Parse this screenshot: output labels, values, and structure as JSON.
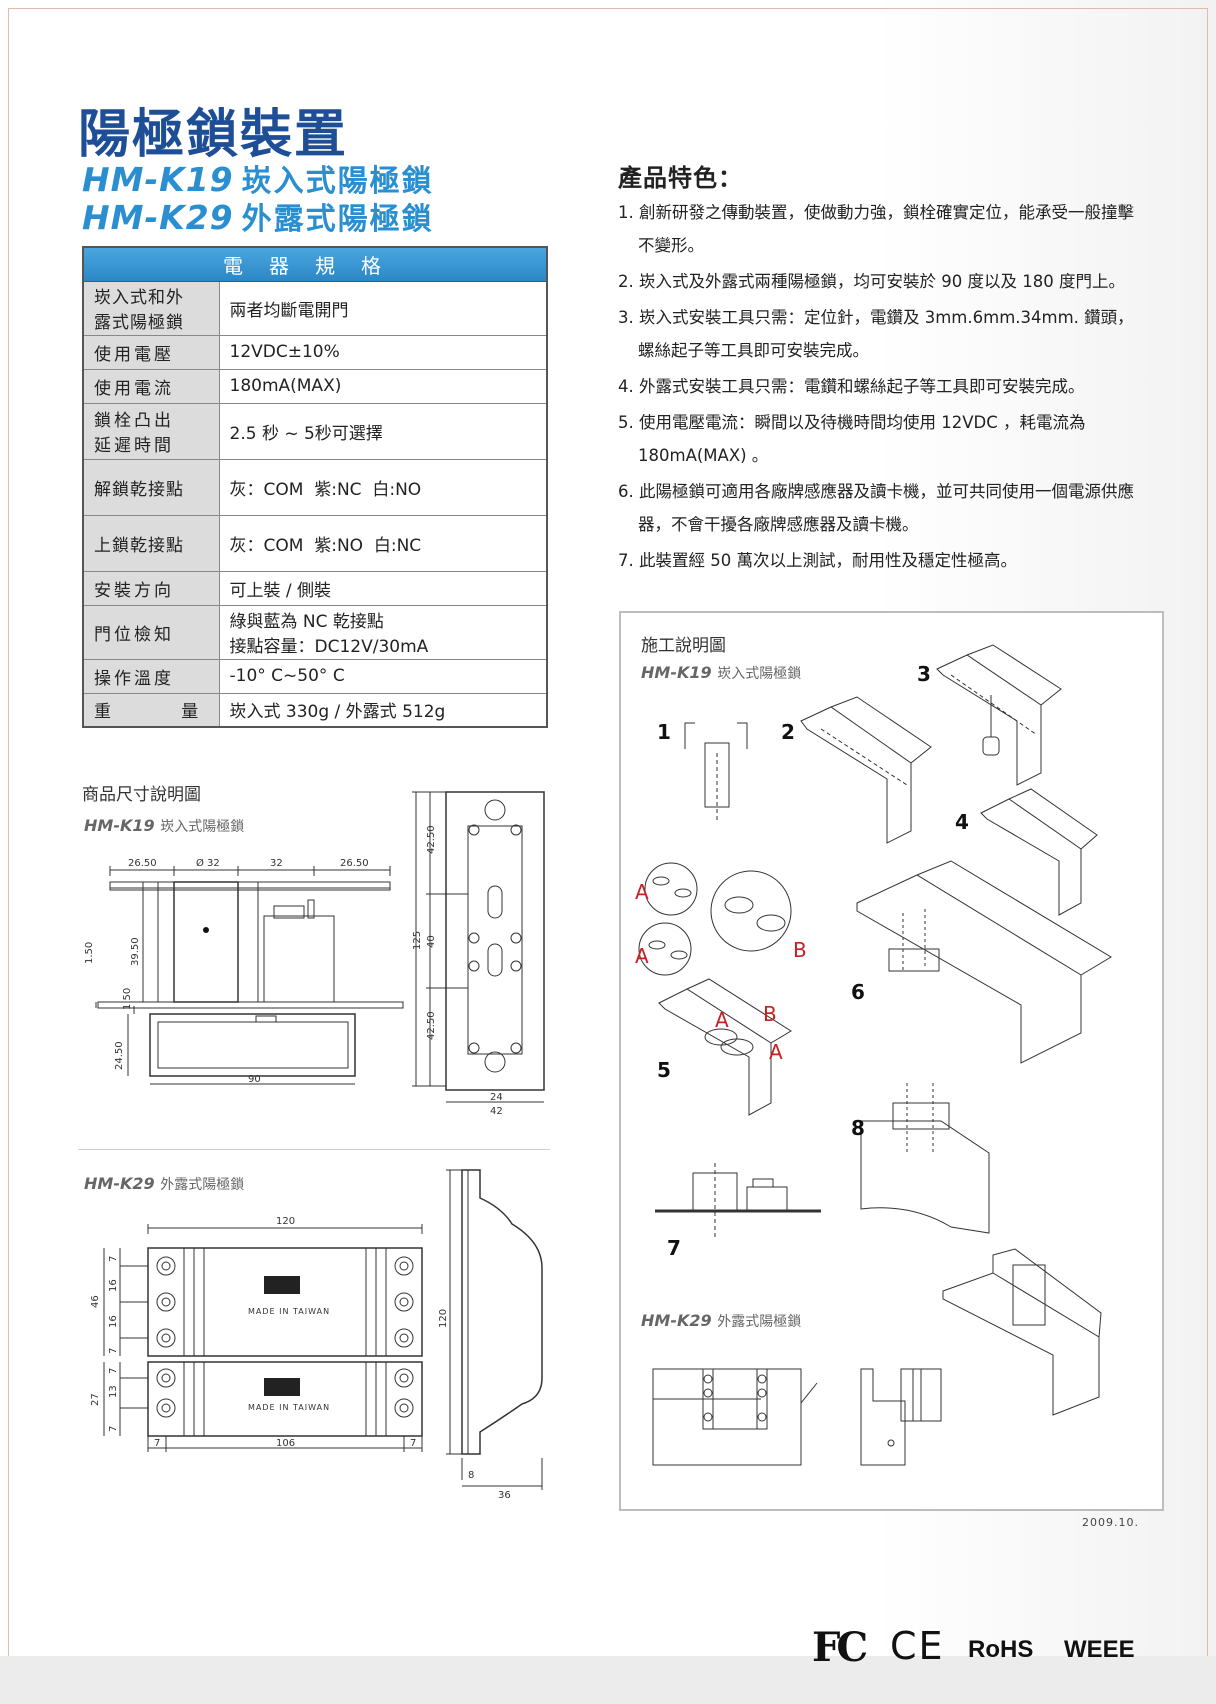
{
  "title": "陽極鎖裝置",
  "models": [
    {
      "code": "HM-K19",
      "name": "崁入式陽極鎖"
    },
    {
      "code": "HM-K29",
      "name": "外露式陽極鎖"
    }
  ],
  "spec_table": {
    "header": "電器規格",
    "rows": [
      {
        "label": "崁入式和外\n露式陽極鎖",
        "value": "兩者均斷電開門"
      },
      {
        "label": "使用電壓",
        "value": "12VDC±10%"
      },
      {
        "label": "使用電流",
        "value": "180mA(MAX)"
      },
      {
        "label": "鎖栓凸出\n延遲時間",
        "value": "2.5 秒 ~ 5秒可選擇"
      },
      {
        "label": "解鎖乾接點",
        "value": "灰：COM  紫:NC  白:NO"
      },
      {
        "label": "上鎖乾接點",
        "value": "灰：COM  紫:NO  白:NC"
      },
      {
        "label": "安裝方向",
        "value": "可上裝 / 側裝"
      },
      {
        "label": "門位檢知",
        "value": "綠與藍為 NC 乾接點\n接點容量：DC12V/30mA"
      },
      {
        "label": "操作溫度",
        "value": "-10° C~50° C"
      },
      {
        "label": "重        量",
        "value": "崁入式 330g / 外露式 512g"
      }
    ]
  },
  "dimension_section": {
    "title": "商品尺寸說明圖",
    "k19_label": {
      "code": "HM-K19",
      "name": "崁入式陽極鎖"
    },
    "k29_label": {
      "code": "HM-K29",
      "name": "外露式陽極鎖"
    },
    "k19_dims": [
      "26.50",
      "Ø 32",
      "32",
      "26.50",
      "39.50",
      "1.50",
      "1.50",
      "24.50",
      "90",
      "42.50",
      "125",
      "40",
      "42.50",
      "24",
      "42"
    ],
    "k29_dims": [
      "120",
      "7",
      "16",
      "16",
      "7",
      "46",
      "7",
      "13",
      "7",
      "27",
      "7",
      "106",
      "7",
      "120",
      "8",
      "36"
    ],
    "made_in": "MADE IN TAIWAN"
  },
  "features": {
    "title": "產品特色：",
    "items": [
      "1. 創新研發之傳動裝置，使做動力強，鎖栓確實定位，能承受一般撞擊不變形。",
      "2. 崁入式及外露式兩種陽極鎖，均可安裝於 90 度以及 180 度門上。",
      "3. 崁入式安裝工具只需：定位針，電鑽及 3mm.6mm.34mm. 鑽頭，螺絲起子等工具即可安裝完成。",
      "4. 外露式安裝工具只需：電鑽和螺絲起子等工具即可安裝完成。",
      "5. 使用電壓電流：瞬間以及待機時間均使用 12VDC ，耗電流為180mA(MAX) 。",
      "6. 此陽極鎖可適用各廠牌感應器及讀卡機，並可共同使用一個電源供應器，不會干擾各廠牌感應器及讀卡機。",
      "7. 此裝置經 50 萬次以上測試，耐用性及穩定性極高。"
    ]
  },
  "install_section": {
    "title": "施工說明圖",
    "k19_label": {
      "code": "HM-K19",
      "name": "崁入式陽極鎖"
    },
    "k29_label": {
      "code": "HM-K29",
      "name": "外露式陽極鎖"
    },
    "steps": [
      "1",
      "2",
      "3",
      "4",
      "5",
      "6",
      "7",
      "8"
    ],
    "markers": [
      "A",
      "B"
    ]
  },
  "date": "2009.10.",
  "certifications": [
    "FC",
    "CE",
    "RoHS",
    "WEEE"
  ],
  "colors": {
    "title_blue": "#1e4f96",
    "model_blue": "#2a8fd1",
    "header_blue": "#3497d4",
    "marker_red": "#c8201e"
  }
}
